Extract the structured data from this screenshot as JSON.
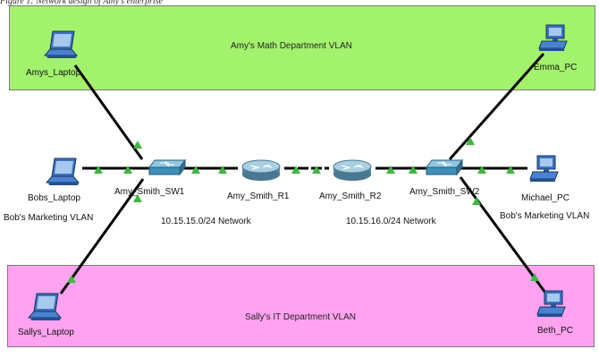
{
  "figure": {
    "caption": "Figure 1: Network design of Amy's enterprise"
  },
  "zones": {
    "math": {
      "label": "Amy's Math Department VLAN",
      "color": "#a3f26e"
    },
    "it": {
      "label": "Sally's IT Department VLAN",
      "color": "#ffa3f0"
    }
  },
  "devices": {
    "amys_laptop": "Amys_Laptop",
    "emma_pc": "Emma_PC",
    "bobs_laptop": "Bobs_Laptop",
    "sw1": "Amy_Smith_SW1",
    "r1": "Amy_Smith_R1",
    "r2": "Amy_Smith_R2",
    "sw2": "Amy_Smith_SW2",
    "michael_pc": "Michael_PC",
    "sallys_laptop": "Sallys_Laptop",
    "beth_pc": "Beth_PC"
  },
  "labels": {
    "bobs_vlan_left": "Bob's Marketing VLAN",
    "bobs_vlan_right": "Bob's Marketing VLAN",
    "net_left": "10.15.15.0/24 Network",
    "net_right": "10.15.16.0/24 Network"
  },
  "colors": {
    "link": "#000000",
    "link_indicator": "#3db83d",
    "device_blue": "#3b72c0",
    "router": "#6f9fb6"
  }
}
